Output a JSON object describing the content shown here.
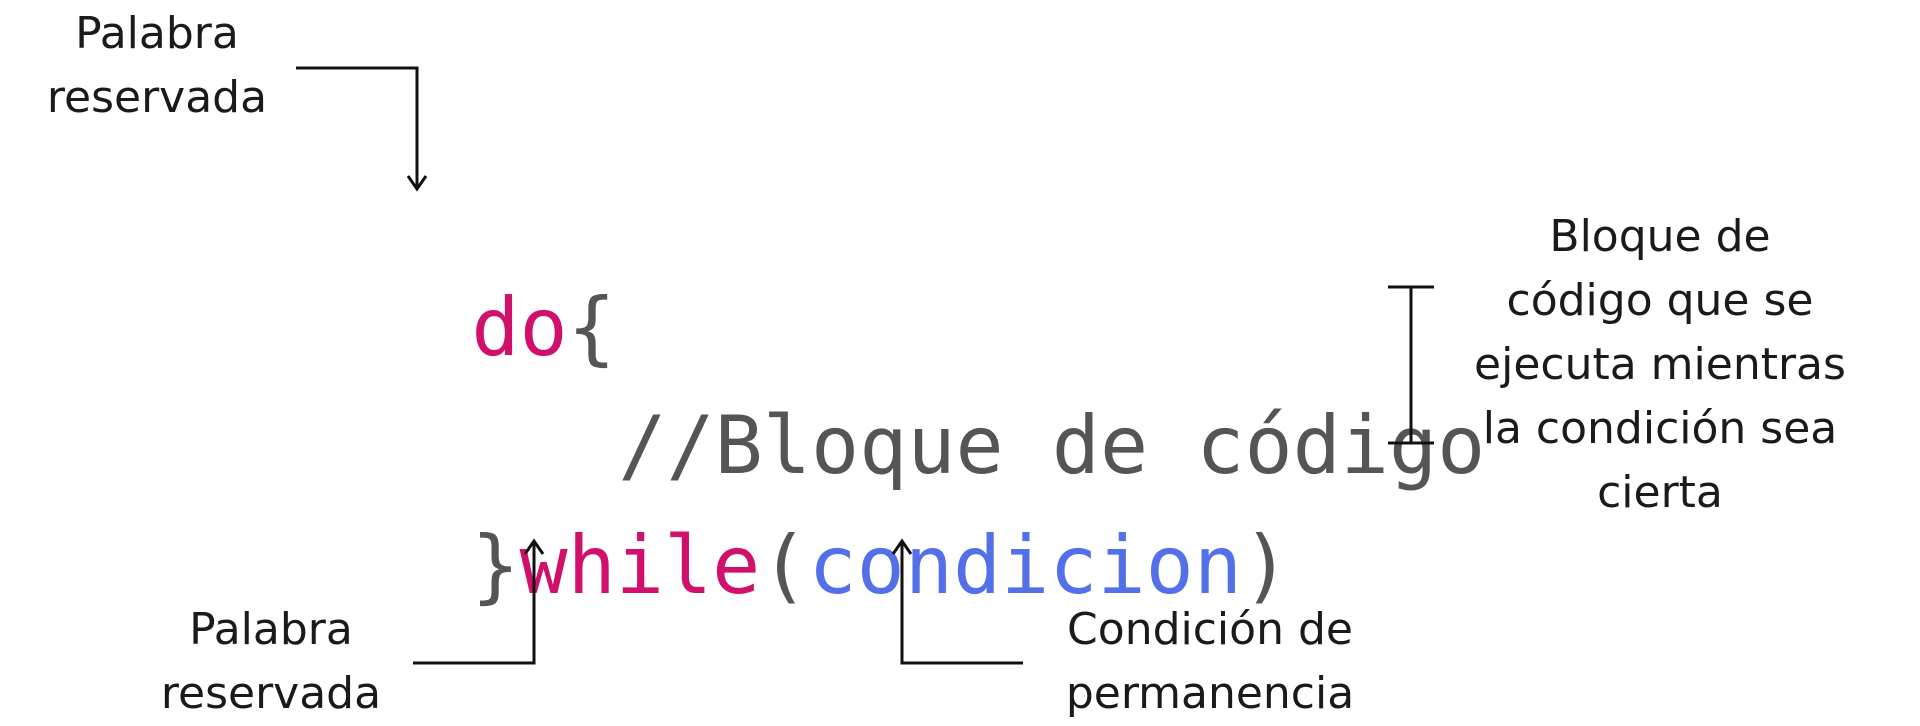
{
  "code": {
    "line1": {
      "keyword": "do",
      "brace_open": "{"
    },
    "line2": {
      "comment": "//Bloque de código"
    },
    "line3": {
      "brace_close": "}",
      "keyword": "while",
      "paren_open": "(",
      "condition": "condicion",
      "paren_close": ")"
    }
  },
  "labels": {
    "reserved_word_top": [
      "Palabra",
      "reservada"
    ],
    "reserved_word_bottom": [
      "Palabra",
      "reservada"
    ],
    "permanence_condition": [
      "Condición de",
      "permanencia"
    ],
    "code_block_desc": [
      "Bloque de",
      "código que se",
      "ejecuta mientras",
      "la condición sea",
      "cierta"
    ]
  },
  "colors": {
    "keyword": "#d0106b",
    "condition": "#5470e8",
    "punctuation": "#555555",
    "comment": "#555555",
    "line": "#111111"
  }
}
